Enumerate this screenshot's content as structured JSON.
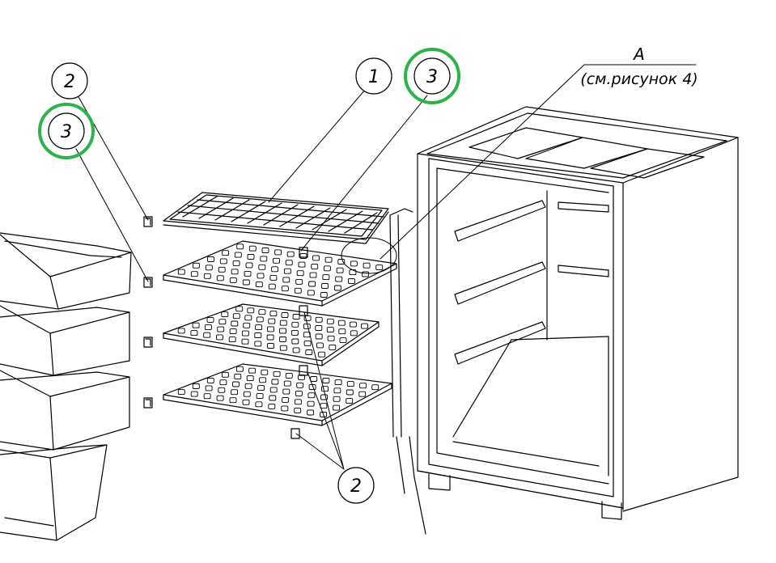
{
  "callouts": [
    {
      "id": "c-2-top",
      "text": "2"
    },
    {
      "id": "c-3-left",
      "text": "3",
      "highlight": true
    },
    {
      "id": "c-1",
      "text": "1"
    },
    {
      "id": "c-3-top",
      "text": "3",
      "highlight": true
    },
    {
      "id": "c-2-bottom",
      "text": "2"
    }
  ],
  "detail_ref": {
    "letter": "A",
    "caption": "(см.рисунок 4)"
  },
  "colors": {
    "line": "#000000",
    "highlight": "#2db34a",
    "background": "#ffffff"
  }
}
